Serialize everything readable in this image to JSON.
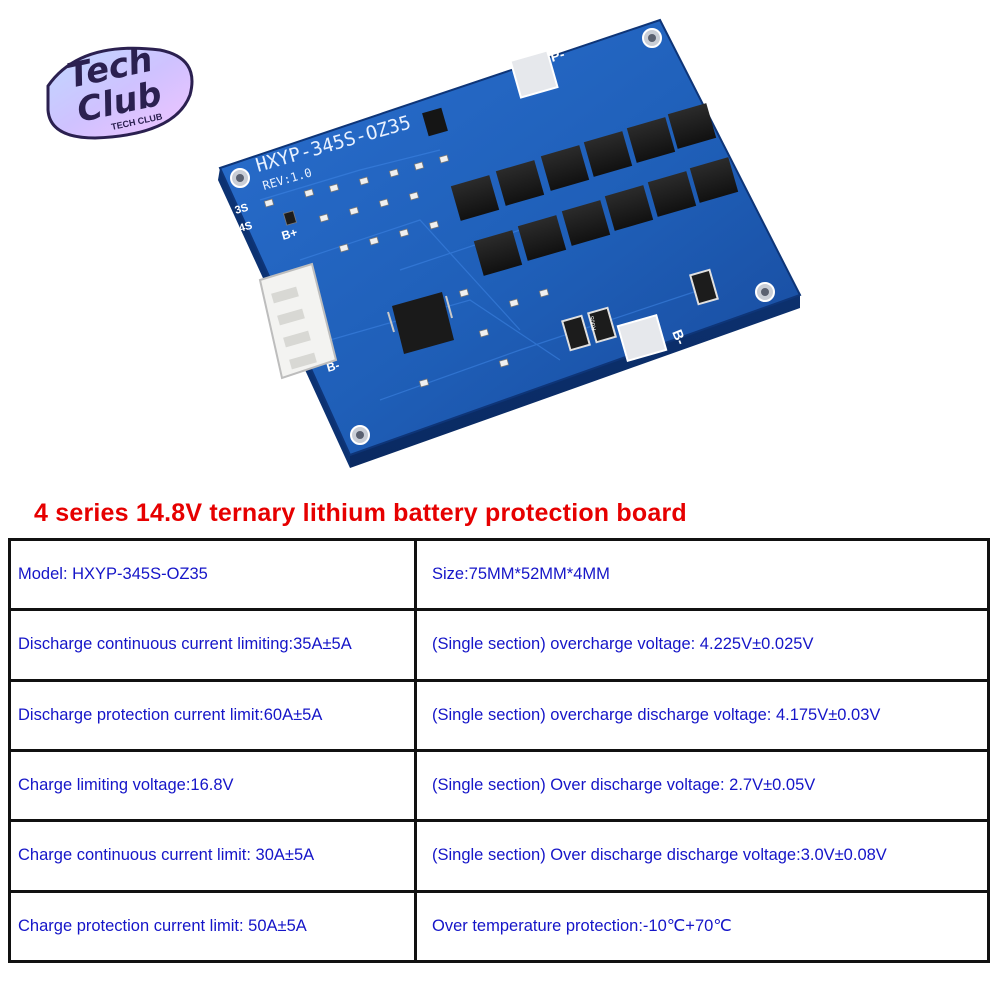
{
  "watermark": {
    "line1": "Tech",
    "line2": "Club",
    "tag": "TECH CLUB"
  },
  "board": {
    "model_print": "HXYP-345S-OZ35",
    "revision_print": "REV:1.0",
    "silkscreen": {
      "p_minus": "P-",
      "b_minus_pad": "B-",
      "b_plus": "B+",
      "b_minus": "B-",
      "s3": "3S",
      "s4": "4S"
    },
    "resistor_code": "R005"
  },
  "heading": "4 series 14.8V ternary lithium battery protection board",
  "specs": [
    {
      "left": "Model: HXYP-345S-OZ35",
      "right": "Size:75MM*52MM*4MM"
    },
    {
      "left": "Discharge continuous current limiting:35A±5A",
      "right": "(Single section) overcharge voltage: 4.225V±0.025V"
    },
    {
      "left": "Discharge protection current limit:60A±5A",
      "right": "(Single section) overcharge discharge voltage: 4.175V±0.03V"
    },
    {
      "left": "Charge limiting voltage:16.8V",
      "right": "(Single section) Over discharge voltage: 2.7V±0.05V"
    },
    {
      "left": "Charge continuous current limit: 30A±5A",
      "right": "(Single section) Over discharge discharge voltage:3.0V±0.08V"
    },
    {
      "left": "Charge protection current limit: 50A±5A",
      "right": "Over temperature protection:-10℃+70℃"
    }
  ],
  "colors": {
    "board": "#1f5fb8",
    "heading": "#e60000",
    "table_text": "#1515c8",
    "border": "#111111"
  }
}
